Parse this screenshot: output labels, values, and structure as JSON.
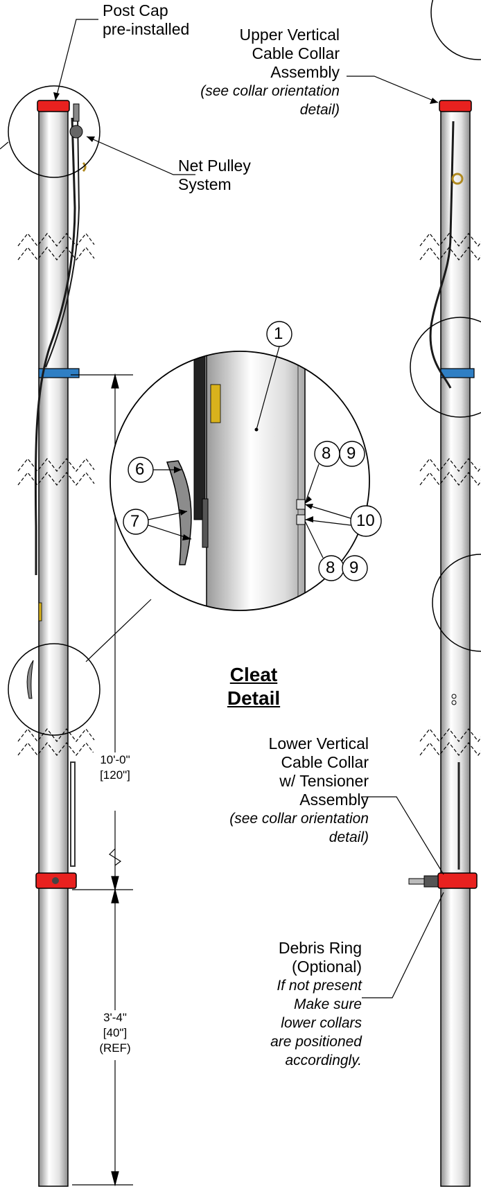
{
  "labels": {
    "post_cap": [
      "Post Cap",
      "pre-installed"
    ],
    "upper_collar": [
      "Upper Vertical",
      "Cable Collar",
      "Assembly"
    ],
    "upper_collar_note": [
      "(see collar orientation",
      "detail)"
    ],
    "net_pulley": [
      "Net Pulley",
      "System"
    ],
    "cleat_detail": [
      "Cleat",
      "Detail"
    ],
    "lower_collar": [
      "Lower Vertical",
      "Cable Collar",
      "w/ Tensioner",
      "Assembly"
    ],
    "lower_collar_note": [
      "(see collar orientation",
      "detail)"
    ],
    "debris_ring": [
      "Debris Ring",
      "(Optional)"
    ],
    "debris_note": [
      "If not present",
      "Make sure",
      "lower collars",
      "are positioned",
      "accordingly."
    ]
  },
  "dimensions": {
    "upper": [
      "10'-0\"",
      "[120\"]"
    ],
    "lower": [
      "3'-4\"",
      "[40\"]",
      "(REF)"
    ]
  },
  "callouts": {
    "part_1": "1",
    "part_6": "6",
    "part_7": "7",
    "part_8a": "8",
    "part_9a": "9",
    "part_10": "10",
    "part_8b": "8",
    "part_9b": "9"
  },
  "colors": {
    "cap_red": "#e8211f",
    "collar_blue": "#2f7fc4",
    "pole_light": "#f2f2f2",
    "pole_dark": "#8e8e8e",
    "cable": "#1a1a1a",
    "cleat": "#8c8c8c",
    "warning_yellow": "#d9b21c"
  }
}
